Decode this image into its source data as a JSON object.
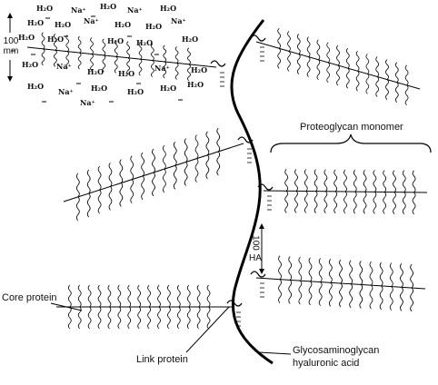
{
  "labels": {
    "proteoglycan_monomer": "Proteoglycan monomer",
    "core_protein": "Core protein",
    "link_protein": "Link protein",
    "gag_line1": "Glycosaminoglycan",
    "gag_line2": "hyaluronic acid",
    "scale_100": "100",
    "scale_mm": "mm",
    "ha_100": "100",
    "ha_label": "HA"
  },
  "ions": [
    "H₂O",
    "Na⁺",
    "H₂O",
    "Na⁺",
    "H₂O",
    "H₂O",
    "H₂O",
    "Na⁺",
    "H₂O",
    "H₂O",
    "Na⁺",
    "H₂O",
    "H₂O",
    "H₂O",
    "H₂O",
    "H₂O",
    "H₂O",
    "Na⁺",
    "H₂O",
    "H₂O",
    "Na⁺",
    "H₂O",
    "H₂O",
    "Na⁺",
    "H₂O",
    "H₂O",
    "H₂O",
    "H₂O",
    "Na⁺"
  ]
}
